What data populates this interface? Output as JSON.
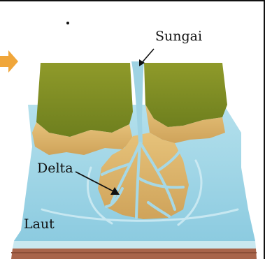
{
  "labels": {
    "river": "Sungai",
    "delta": "Delta",
    "sea": "Laut"
  },
  "icons": {
    "pointer": "arrow-right-icon"
  },
  "colors": {
    "land_green": "#7a8a22",
    "land_tan": "#d9b46a",
    "water": "#9fd3e3",
    "water_light": "#c9e8f0",
    "soil": "#a8644a",
    "pointer": "#f0a63a"
  }
}
